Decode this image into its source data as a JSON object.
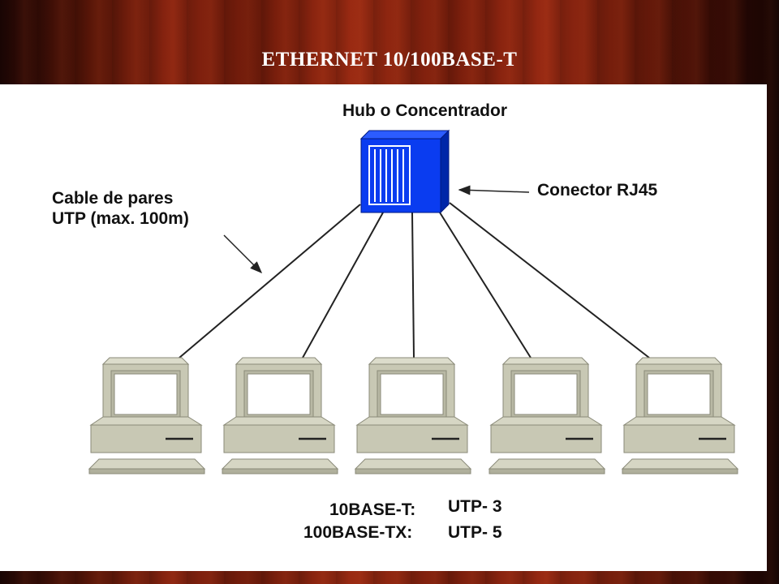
{
  "title": "ETHERNET 10/100BASE-T",
  "diagram": {
    "hub_label": "Hub o Concentrador",
    "connector_label": "Conector RJ45",
    "cable_label_line1": "Cable de pares",
    "cable_label_line2": "UTP (max. 100m)",
    "computers": [
      {
        "icon": "computer-icon"
      },
      {
        "icon": "computer-icon"
      },
      {
        "icon": "computer-icon"
      },
      {
        "icon": "computer-icon"
      },
      {
        "icon": "computer-icon"
      }
    ],
    "standards": [
      {
        "name": "10BASE-T:",
        "cable": "UTP- 3"
      },
      {
        "name": "100BASE-TX:",
        "cable": "UTP- 5"
      }
    ],
    "colors": {
      "hub_front": "#0a3cf0",
      "hub_side": "#0026a8",
      "hub_top": "#2c5cff",
      "computer_body": "#c8c8b4",
      "computer_edge": "#8a8a78",
      "line": "#222222"
    }
  }
}
